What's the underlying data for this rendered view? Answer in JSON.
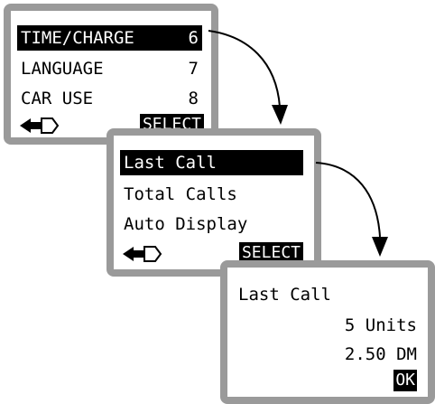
{
  "screen1": {
    "items": [
      {
        "label": "TIME/CHARGE",
        "number": "6"
      },
      {
        "label": "LANGUAGE",
        "number": "7"
      },
      {
        "label": "CAR USE",
        "number": "8"
      }
    ],
    "select_label": "SELECT",
    "back_icon": "plug-arrow-icon"
  },
  "screen2": {
    "items": [
      {
        "label": "Last Call"
      },
      {
        "label": "Total Calls"
      },
      {
        "label": "Auto Display"
      }
    ],
    "select_label": "SELECT",
    "back_icon": "plug-arrow-icon"
  },
  "screen3": {
    "title": "Last Call",
    "units": "5 Units",
    "amount": "2.50 DM",
    "ok_label": "OK"
  },
  "colors": {
    "bezel": "#9a9a9a",
    "highlight": "#000000"
  }
}
